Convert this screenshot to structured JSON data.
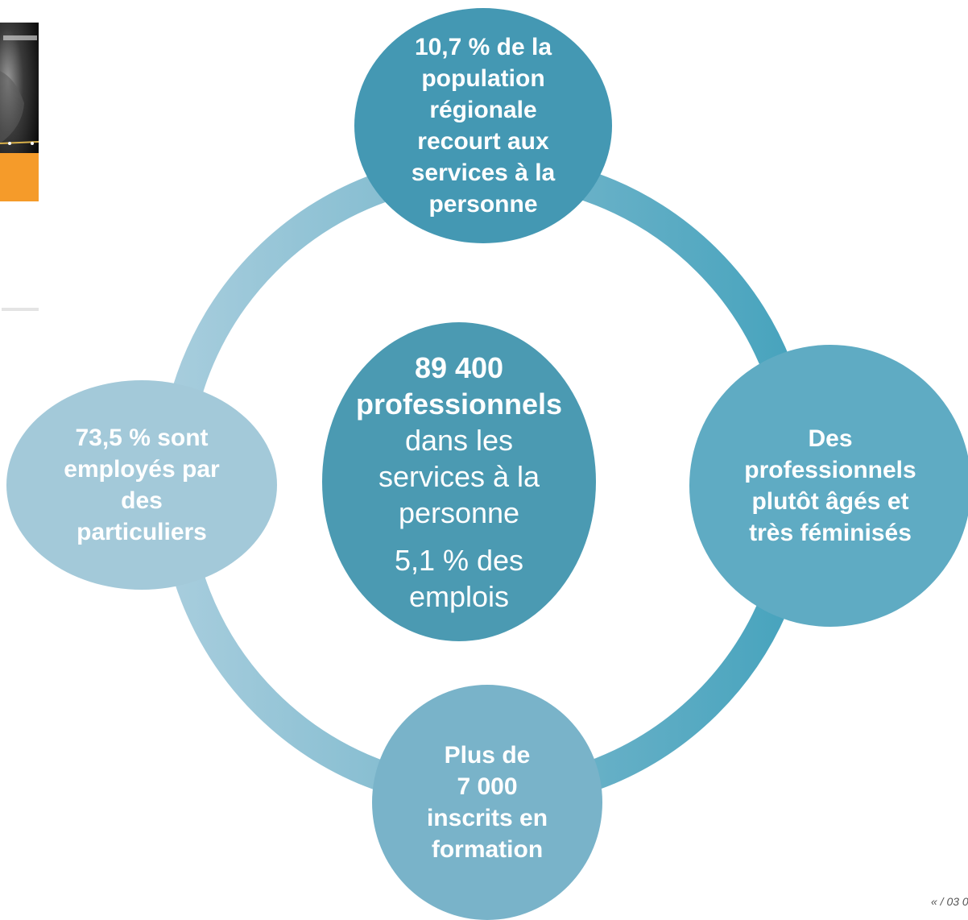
{
  "diagram": {
    "center": {
      "lines": [
        {
          "text": "89 400",
          "weight": "bold"
        },
        {
          "text": "professionnels",
          "weight": "bold"
        },
        {
          "text": "dans les",
          "weight": "normal"
        },
        {
          "text": "services à la",
          "weight": "normal"
        },
        {
          "text": "personne",
          "weight": "normal"
        },
        {
          "text": "5,1 % des",
          "weight": "normal"
        },
        {
          "text": "emplois",
          "weight": "normal"
        }
      ]
    },
    "top": {
      "lines": [
        "10,7 % de la",
        "population",
        "régionale",
        "recourt aux",
        "services à la",
        "personne"
      ]
    },
    "right": {
      "lines": [
        "Des",
        "professionnels",
        "plutôt âgés et",
        "très féminisés"
      ]
    },
    "bottom": {
      "lines": [
        "Plus de",
        "7 000",
        "inscrits en",
        "formation"
      ]
    },
    "left": {
      "lines": [
        "73,5 % sont",
        "employés par",
        "des",
        "particuliers"
      ]
    }
  },
  "footer": {
    "text": "« / 03 0"
  },
  "colors": {
    "center": "#4b9ab2",
    "top": "#4498b3",
    "right": "#5fabc3",
    "bottom": "#79b3c9",
    "left": "#a3c9d9",
    "ring_light": "#a7cddd",
    "ring_dark": "#46a3bd",
    "thumbnail_band": "#f59b2a"
  }
}
